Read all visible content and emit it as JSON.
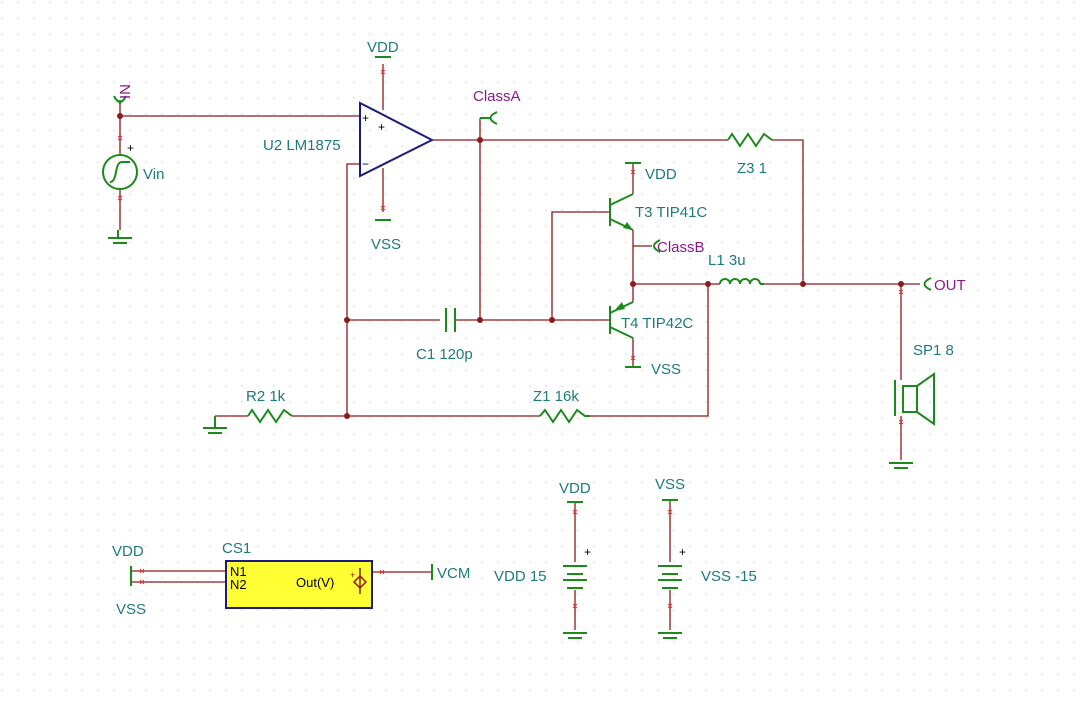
{
  "labels": {
    "vdd_top": "VDD",
    "vss_op": "VSS",
    "in_port": "IN",
    "vin": "Vin",
    "u2": "U2 LM1875",
    "classA": "ClassA",
    "classB": "ClassB",
    "vdd_t3": "VDD",
    "t3": "T3 TIP41C",
    "t4": "T4 TIP42C",
    "vss_t4": "VSS",
    "z3": "Z3 1",
    "l1": "L1 3u",
    "out": "OUT",
    "sp1": "SP1 8",
    "c1": "C1 120p",
    "r2": "R2 1k",
    "z1": "Z1 16k",
    "vdd_batt_top": "VDD",
    "vdd_batt": "VDD 15",
    "vss_batt_top": "VSS",
    "vss_batt": "VSS -15",
    "cs_vdd": "VDD",
    "cs_vss": "VSS",
    "cs1": "CS1",
    "cs_n1": "N1",
    "cs_n2": "N2",
    "cs_out": "Out(V)",
    "vcm": "VCM",
    "plus": "+",
    "minus": "−"
  },
  "colors": {
    "wire": "#8b1a1a",
    "component": "#1a8a1a",
    "opamp": "#1a1a80",
    "label": "#1f7a7a",
    "net_label": "#8a1a8a",
    "cs_box_fill": "#ffff33",
    "grid_dot": "#cfcfcf"
  }
}
